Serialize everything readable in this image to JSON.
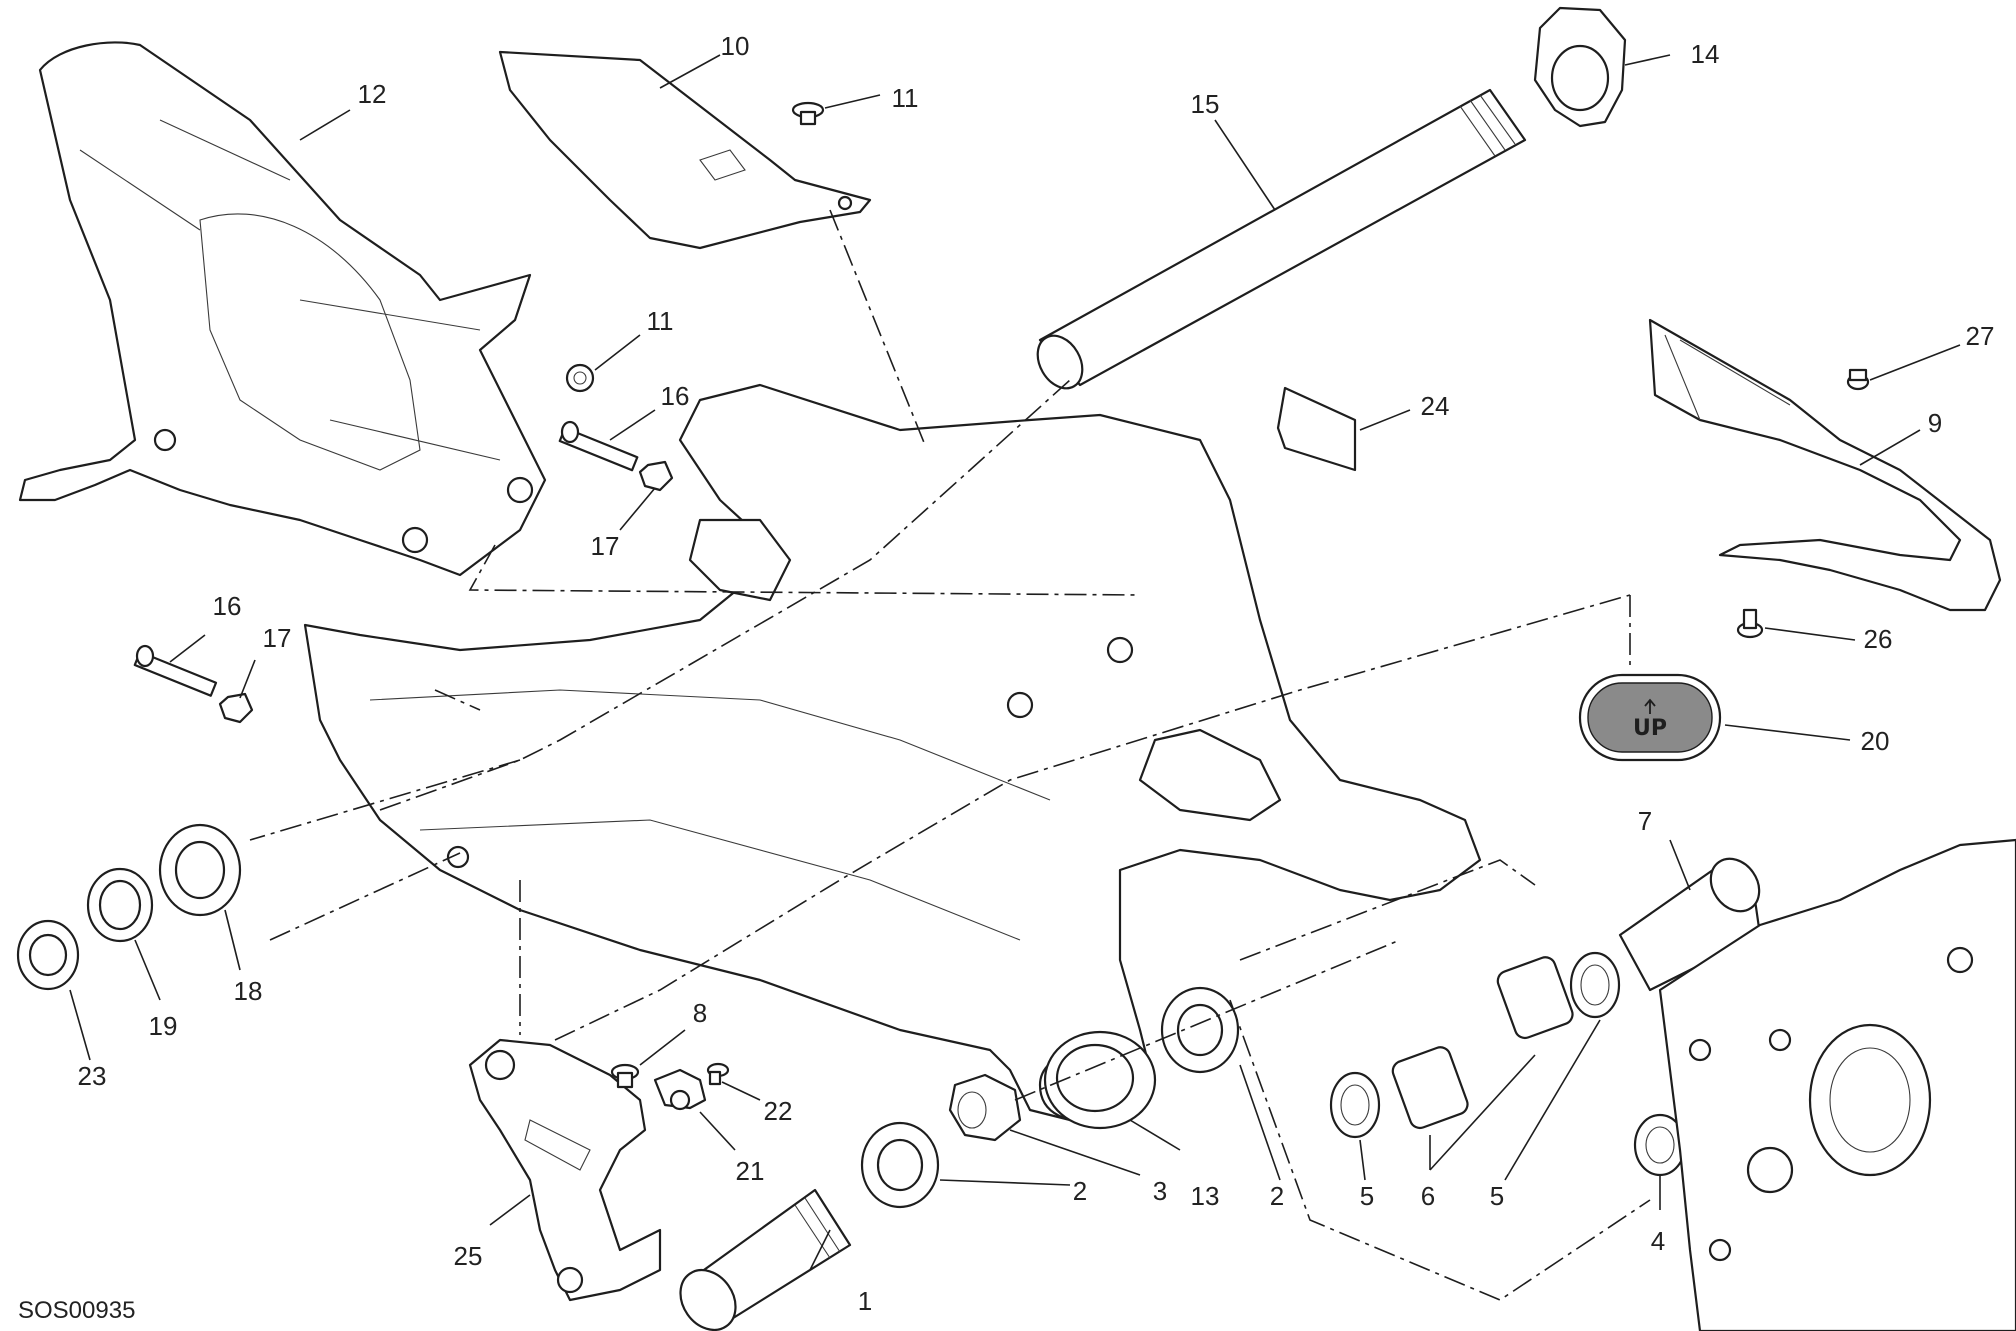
{
  "diagram": {
    "reference_code": "SOS00935",
    "cap_label": "UP",
    "callouts": [
      "1",
      "2",
      "2",
      "3",
      "4",
      "5",
      "5",
      "6",
      "7",
      "8",
      "9",
      "10",
      "11",
      "11",
      "12",
      "13",
      "14",
      "15",
      "16",
      "16",
      "17",
      "17",
      "18",
      "19",
      "20",
      "21",
      "22",
      "23",
      "24",
      "25",
      "26",
      "27"
    ]
  },
  "colors": {
    "line": "#1e1e1e",
    "cap_fill": "#8a8a8a",
    "background": "#ffffff"
  }
}
